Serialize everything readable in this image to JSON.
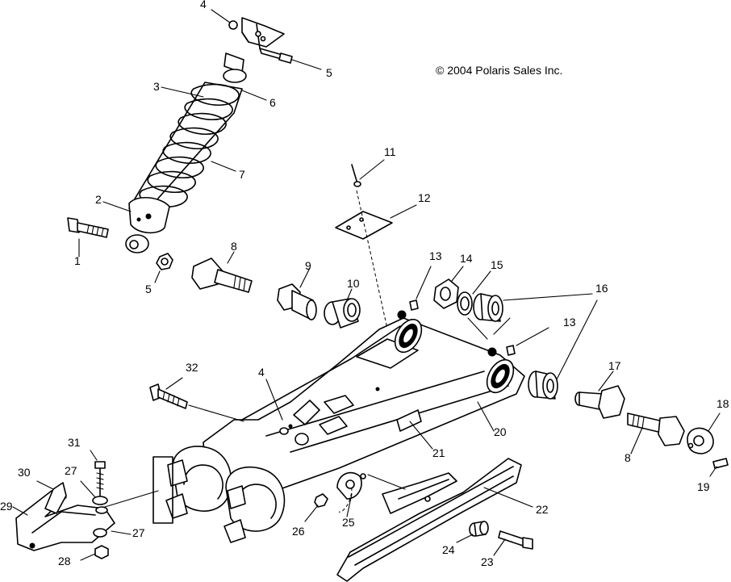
{
  "copyright": "© 2004 Polaris Sales Inc.",
  "callouts": {
    "c1": "1",
    "c2": "2",
    "c3": "3",
    "c4a": "4",
    "c4b": "4",
    "c5a": "5",
    "c5b": "5",
    "c6": "6",
    "c7": "7",
    "c8a": "8",
    "c8b": "8",
    "c9": "9",
    "c10": "10",
    "c11": "11",
    "c12": "12",
    "c13a": "13",
    "c13b": "13",
    "c14": "14",
    "c15": "15",
    "c16": "16",
    "c17": "17",
    "c18": "18",
    "c19": "19",
    "c20": "20",
    "c21": "21",
    "c22": "22",
    "c23": "23",
    "c24": "24",
    "c25": "25",
    "c26": "26",
    "c27a": "27",
    "c27b": "27",
    "c28": "28",
    "c29": "29",
    "c30": "30",
    "c31": "31",
    "c32": "32"
  }
}
